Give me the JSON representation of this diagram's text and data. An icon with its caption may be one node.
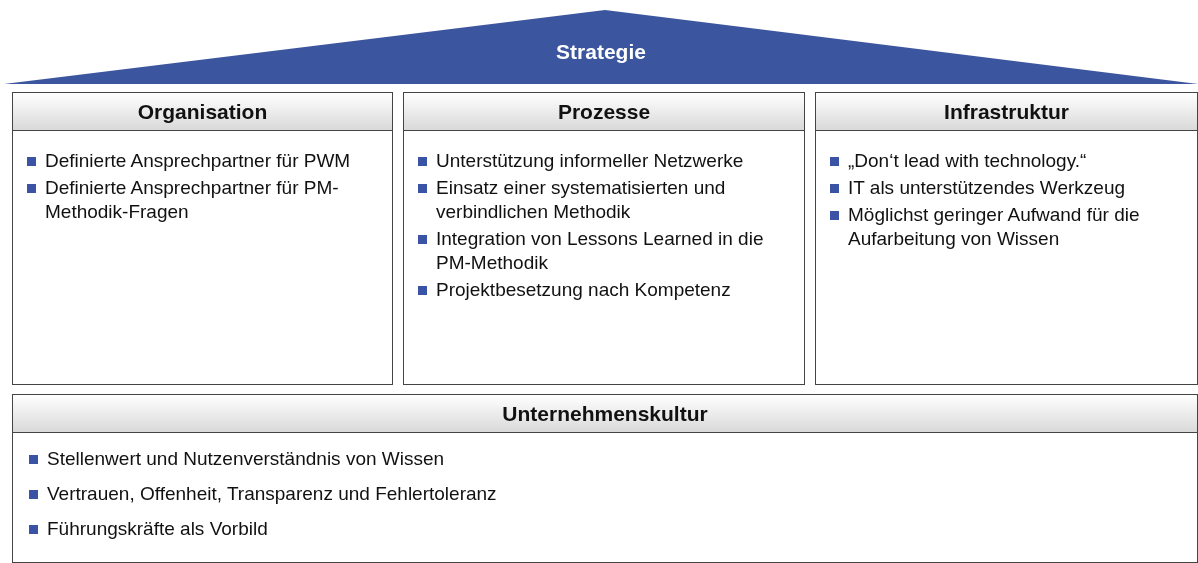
{
  "diagram": {
    "nodes": [
      {
        "text": [
          "Strategie"
        ]
      },
      {
        "text": [
          "Organisation",
          "Definierte Ansprechpartner für PWM",
          "Definierte Ansprechpartner für PM-Methodik-Fragen"
        ]
      },
      {
        "text": [
          "Prozesse",
          "Unterstützung informeller Netzwerke",
          "Einsatz einer systematisierten und verbindlichen Methodik",
          "Integration von Lessons Learned in die PM-Methodik",
          "Projektbesetzung nach Kompetenz"
        ]
      },
      {
        "text": [
          "Infrastruktur",
          "„Don‘t lead with technology.“",
          "IT als unterstützendes Werkzeug",
          "Möglichst geringer Aufwand für die Aufarbeitung von Wissen"
        ]
      },
      {
        "text": [
          "Unternehmenskultur",
          "Stellenwert und Nutzenverständnis von Wissen",
          "Vertrauen, Offenheit, Transparenz und Fehlertoleranz",
          "Führungskräfte als Vorbild"
        ]
      }
    ]
  }
}
